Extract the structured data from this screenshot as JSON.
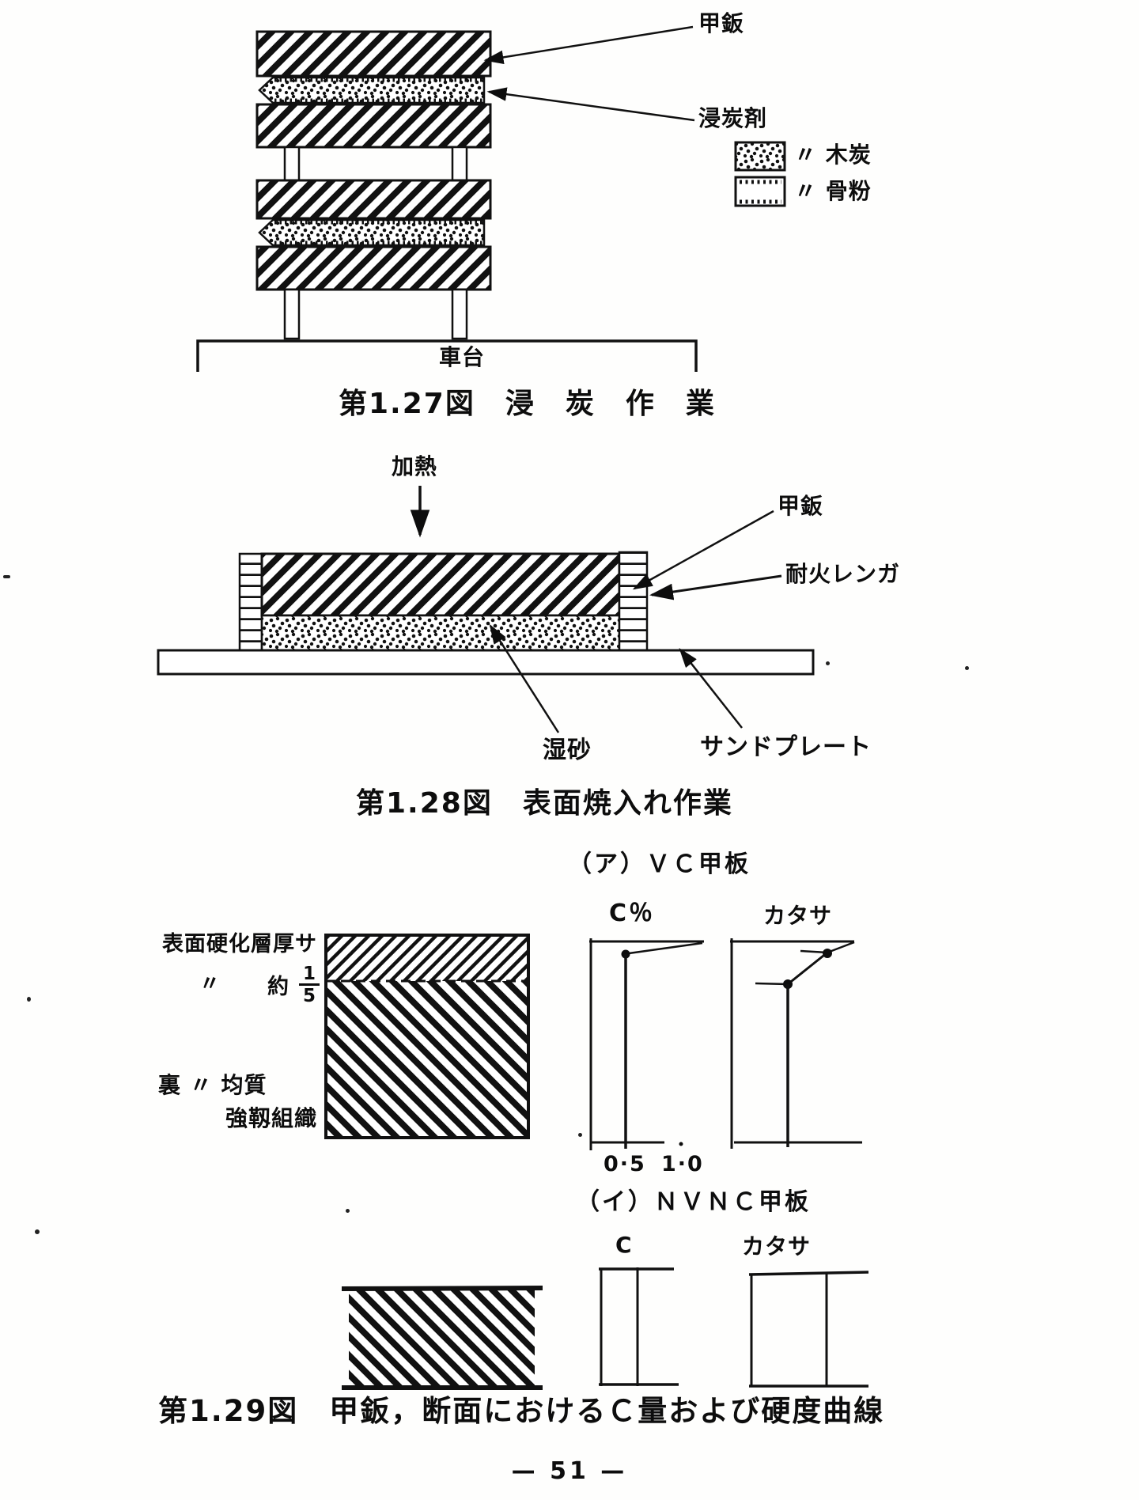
{
  "page": {
    "number_display": "— 51 —"
  },
  "figure_1_27": {
    "caption": "第1.27図　浸　炭　作　業",
    "labels": {
      "armor_plate": "甲鈑",
      "carburizer": "浸炭剤",
      "carriage": "車台"
    },
    "legend": [
      {
        "symbol": "dotted-box",
        "label": "〃 木炭"
      },
      {
        "symbol": "bone-powder-box",
        "label": "〃 骨粉"
      }
    ]
  },
  "figure_1_28": {
    "caption": "第1.28図　表面焼入れ作業",
    "labels": {
      "heating": "加熱",
      "armor_plate": "甲鈑",
      "firebrick": "耐火レンガ",
      "wet_sand": "湿砂",
      "sand_plate": "サンドプレート"
    }
  },
  "figure_1_29": {
    "caption": "第1.29図　甲鈑，断面におけるＣ量および硬度曲線",
    "section_a": {
      "heading": "（ア）ＶＣ甲板",
      "chart_c_title": "C％",
      "chart_hardness_title": "カタサ",
      "x_ticks": [
        "0·5",
        "1·0"
      ],
      "labels": {
        "hardened_layer_thickness": "表面硬化層厚サ",
        "ditto": "〃",
        "about": "約",
        "fraction_numerator": "1",
        "fraction_denominator": "5",
        "back_homogeneous": "裏 〃 均質",
        "tough_structure": "強靱組織"
      }
    },
    "section_b": {
      "heading": "（イ）ＮＶＮＣ甲板",
      "chart_c_title": "C",
      "chart_hardness_title": "カタサ"
    }
  },
  "chart_data": [
    {
      "id": "vc_carbon_profile",
      "type": "line",
      "title": "C％",
      "x_tick_labels": [
        "0·5",
        "1·0"
      ],
      "orientation": "depth runs vertically (surface at top), C% on horizontal axis",
      "series": [
        {
          "name": "C%",
          "points": [
            {
              "depth": "surface",
              "value": 1.15
            },
            {
              "depth": "hardened layer boundary (~1/5 of thickness)",
              "value": 0.5
            },
            {
              "depth": "back face",
              "value": 0.5
            }
          ]
        }
      ]
    },
    {
      "id": "vc_hardness_profile",
      "type": "line",
      "title": "カタサ",
      "x_tick_labels": [],
      "orientation": "depth vertical; hardness horizontal",
      "series": [
        {
          "name": "カタサ",
          "points": [
            {
              "depth": "surface",
              "value": "high"
            },
            {
              "depth": "hardened layer boundary",
              "value": "medium (step down)"
            },
            {
              "depth": "back face",
              "value": "medium (constant)"
            }
          ]
        }
      ]
    },
    {
      "id": "nvnc_carbon_profile",
      "type": "line",
      "title": "C",
      "series": [
        {
          "name": "C",
          "points": [
            {
              "depth": "surface",
              "value": "constant"
            },
            {
              "depth": "back face",
              "value": "constant"
            }
          ]
        }
      ]
    },
    {
      "id": "nvnc_hardness_profile",
      "type": "line",
      "title": "カタサ",
      "series": [
        {
          "name": "カタサ",
          "points": [
            {
              "depth": "surface",
              "value": "constant"
            },
            {
              "depth": "back face",
              "value": "constant"
            }
          ]
        }
      ]
    }
  ]
}
